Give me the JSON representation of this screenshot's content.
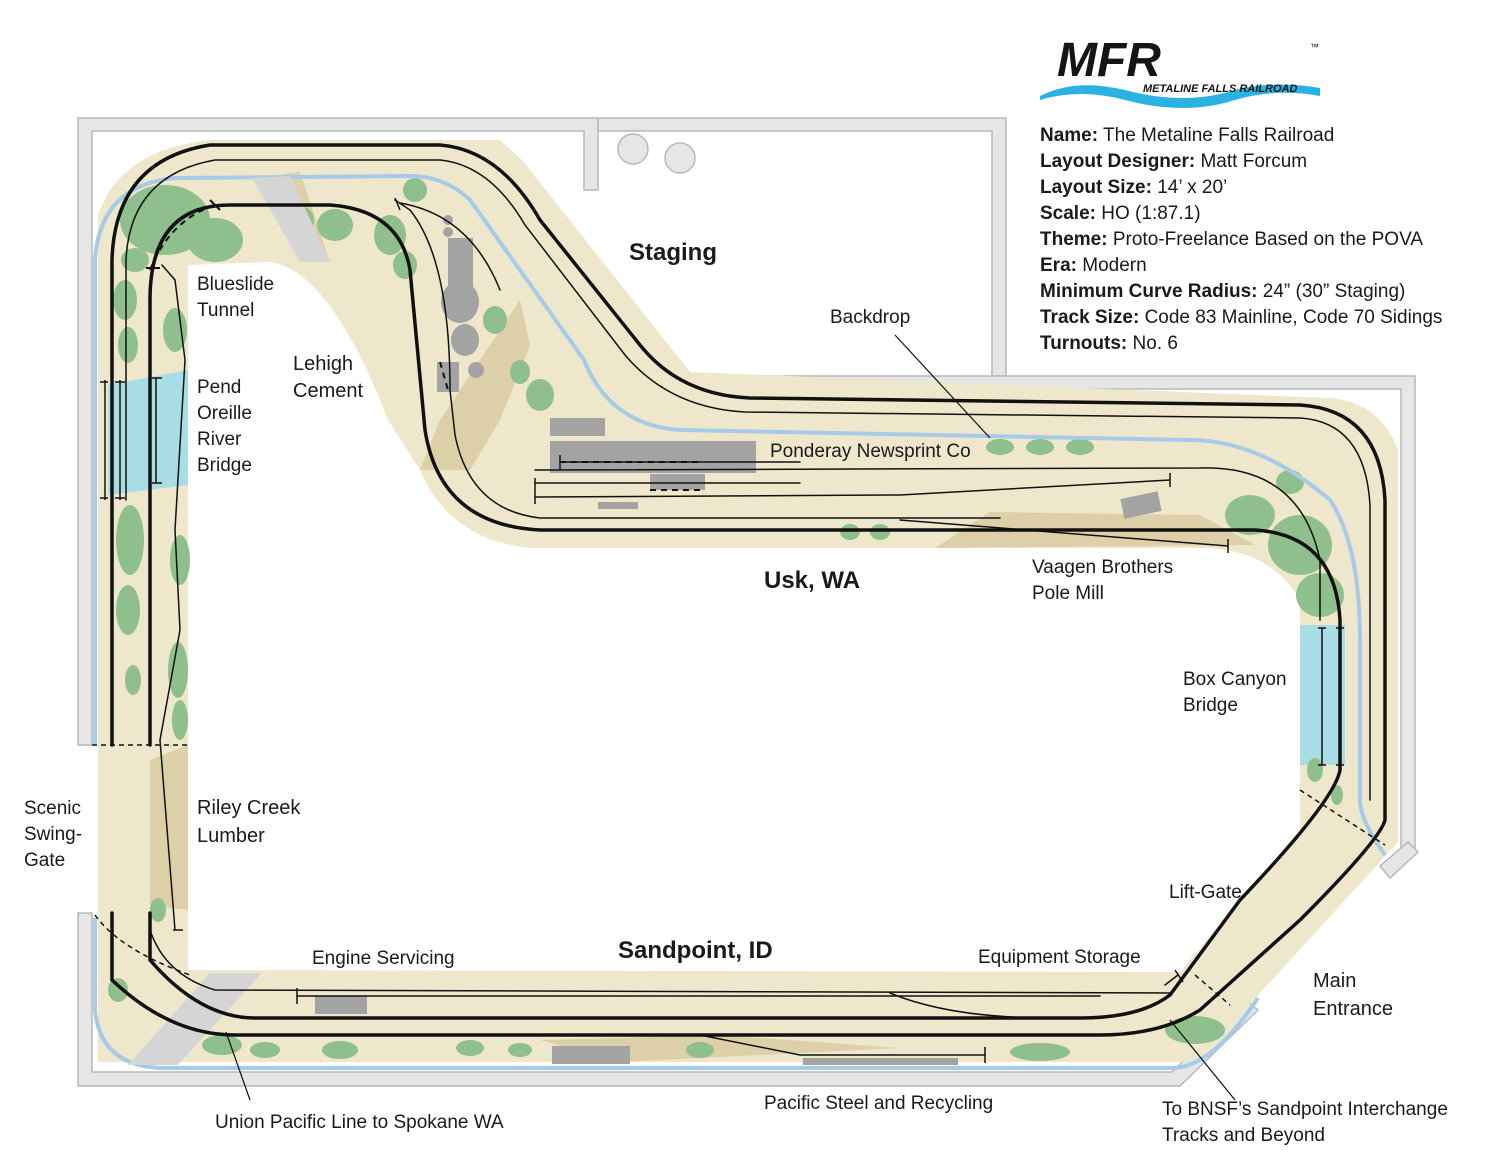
{
  "logo": {
    "mark": "MFR",
    "tm": "™",
    "tagline": "METALINE FALLS RAILROAD"
  },
  "info": [
    {
      "key": "Name:",
      "value": "The Metaline Falls Railroad"
    },
    {
      "key": "Layout Designer:",
      "value": "Matt Forcum"
    },
    {
      "key": "Layout Size:",
      "value": "14’ x 20’"
    },
    {
      "key": "Scale:",
      "value": "HO (1:87.1)"
    },
    {
      "key": "Theme:",
      "value": "Proto-Freelance Based on the POVA"
    },
    {
      "key": "Era:",
      "value": "Modern"
    },
    {
      "key": "Minimum Curve Radius:",
      "value": "24” (30” Staging)"
    },
    {
      "key": "Track Size:",
      "value": "Code 83 Mainline, Code 70 Sidings"
    },
    {
      "key": "Turnouts:",
      "value": "No. 6"
    }
  ],
  "labels": {
    "staging": "Staging",
    "usk": "Usk, WA",
    "sandpoint": "Sandpoint, ID",
    "blueslide_tunnel": "Blueslide\nTunnel",
    "pend_oreille_bridge": "Pend\nOreille\nRiver\nBridge",
    "lehigh_cement": "Lehigh\nCement",
    "backdrop": "Backdrop",
    "ponderay": "Ponderay Newsprint Co",
    "vaagen": "Vaagen Brothers\nPole Mill",
    "box_canyon": "Box Canyon\nBridge",
    "riley_creek": "Riley Creek\nLumber",
    "scenic_swing_gate": "Scenic\nSwing-\nGate",
    "lift_gate": "Lift-Gate",
    "engine_servicing": "Engine Servicing",
    "equipment_storage": "Equipment Storage",
    "main_entrance": "Main\nEntrance",
    "pacific_steel": "Pacific Steel and Recycling",
    "union_pacific": "Union Pacific Line to Spokane WA",
    "bnsf": "To BNSF’s Sandpoint Interchange\nTracks and Beyond"
  },
  "colors": {
    "wall": "#e6e6e6",
    "wall_edge": "#b8b8b8",
    "benchwork": "#efe7cc",
    "terrain": "#ddd0a8",
    "water": "#a9dde6",
    "backdrop": "#a5cbe8",
    "trees": "#8fbf8d",
    "building": "#a3a3a3",
    "track": "#111111",
    "logo_black": "#151515",
    "logo_blue": "#2bb2e3"
  }
}
